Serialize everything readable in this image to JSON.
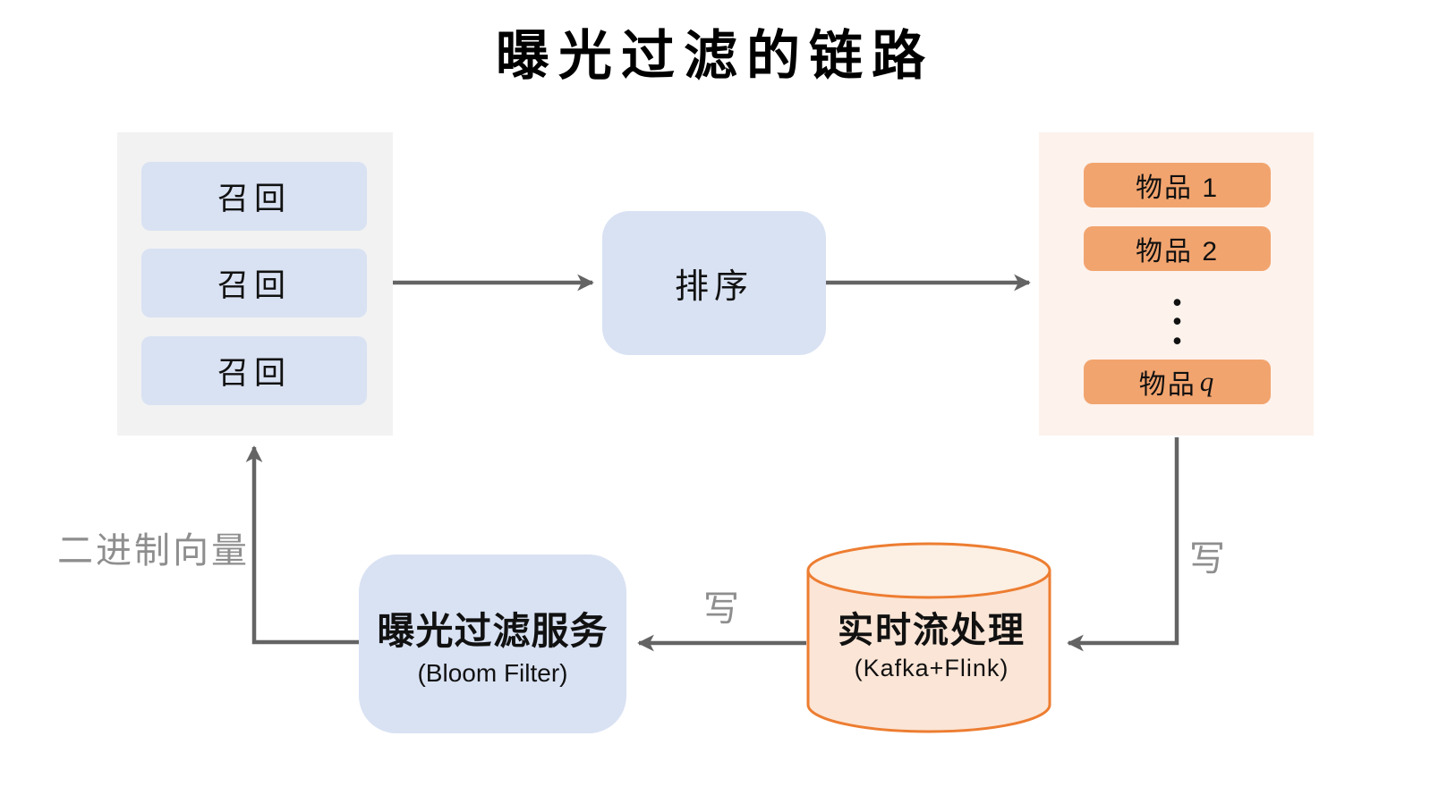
{
  "title": "曝光过滤的链路",
  "recall_panel": {
    "boxes": [
      "召回",
      "召回",
      "召回"
    ]
  },
  "rank_box": {
    "label": "排序"
  },
  "items_panel": {
    "boxes": [
      "物品 1",
      "物品 2"
    ],
    "ellipsis": [
      "•",
      "•",
      "•"
    ],
    "item_q_prefix": "物品",
    "item_q_var": "q"
  },
  "stream_cylinder": {
    "label": "实时流处理",
    "sublabel": "(Kafka+Flink)"
  },
  "filter_box": {
    "label": "曝光过滤服务",
    "sublabel": "(Bloom Filter)"
  },
  "edge_labels": {
    "write_to_stream": "写",
    "write_to_filter": "写",
    "binary_vector": "二进制向量"
  },
  "colors": {
    "box_blue": "#d9e2f3",
    "panel_gray": "#f2f2f2",
    "panel_peach": "#fdf2ec",
    "item_orange": "#f2a46e",
    "cylinder_fill": "#fbe5d6",
    "cylinder_stroke": "#ed7d31",
    "arrow_gray": "#646464",
    "label_gray": "#8e8e8e"
  }
}
